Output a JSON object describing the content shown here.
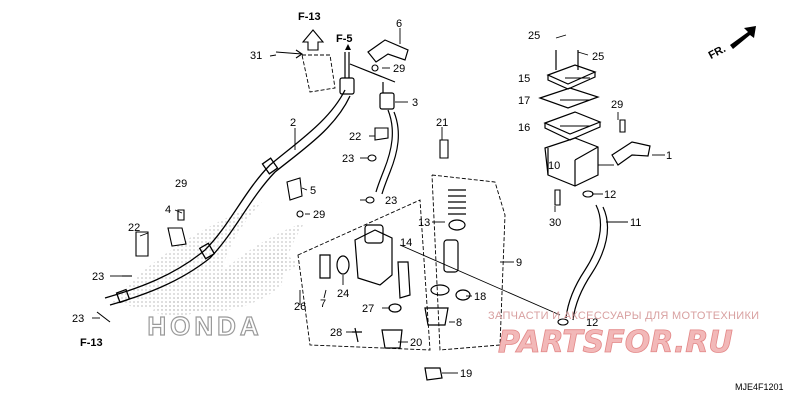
{
  "callouts": [
    {
      "id": "c1",
      "text": "1"
    },
    {
      "id": "c2",
      "text": "2"
    },
    {
      "id": "c3",
      "text": "3"
    },
    {
      "id": "c4",
      "text": "4"
    },
    {
      "id": "c5",
      "text": "5"
    },
    {
      "id": "c6",
      "text": "6"
    },
    {
      "id": "c7",
      "text": "7"
    },
    {
      "id": "c8",
      "text": "8"
    },
    {
      "id": "c9",
      "text": "9"
    },
    {
      "id": "c10",
      "text": "10"
    },
    {
      "id": "c11",
      "text": "11"
    },
    {
      "id": "c12a",
      "text": "12"
    },
    {
      "id": "c12b",
      "text": "12"
    },
    {
      "id": "c13",
      "text": "13"
    },
    {
      "id": "c14",
      "text": "14"
    },
    {
      "id": "c15",
      "text": "15"
    },
    {
      "id": "c16",
      "text": "16"
    },
    {
      "id": "c17",
      "text": "17"
    },
    {
      "id": "c18",
      "text": "18"
    },
    {
      "id": "c19",
      "text": "19"
    },
    {
      "id": "c20",
      "text": "20"
    },
    {
      "id": "c21",
      "text": "21"
    },
    {
      "id": "c22a",
      "text": "22"
    },
    {
      "id": "c22b",
      "text": "22"
    },
    {
      "id": "c23a",
      "text": "23"
    },
    {
      "id": "c23b",
      "text": "23"
    },
    {
      "id": "c23c",
      "text": "23"
    },
    {
      "id": "c23d",
      "text": "23"
    },
    {
      "id": "c24",
      "text": "24"
    },
    {
      "id": "c25a",
      "text": "25"
    },
    {
      "id": "c25b",
      "text": "25"
    },
    {
      "id": "c26",
      "text": "26"
    },
    {
      "id": "c27",
      "text": "27"
    },
    {
      "id": "c28",
      "text": "28"
    },
    {
      "id": "c29a",
      "text": "29"
    },
    {
      "id": "c29b",
      "text": "29"
    },
    {
      "id": "c29c",
      "text": "29"
    },
    {
      "id": "c29d",
      "text": "29"
    },
    {
      "id": "c30",
      "text": "30"
    },
    {
      "id": "c31",
      "text": "31"
    }
  ],
  "refs": {
    "f13_top": "F-13",
    "f5": "F-5",
    "f13_bottom": "F-13",
    "front": "FR."
  },
  "brand_mark": "HONDA",
  "watermark": {
    "subtitle": "ЗАПЧАСТИ И АКСЕССУАРЫ ДЛЯ МОТОТЕХНИКИ",
    "logo": "PARTSFOR.RU"
  },
  "diagram_code": "MJE4F1201",
  "colors": {
    "line": "#000000",
    "watermark_text": "#e38888",
    "honda_dots": "#c9c9c9"
  }
}
